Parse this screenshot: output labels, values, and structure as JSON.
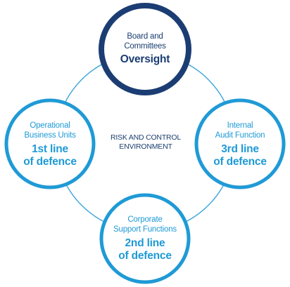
{
  "colors": {
    "ring": "#3aa3dc",
    "oversight": "#1b3d73",
    "defence": "#1f9ad6",
    "center_text": "#1d3f70"
  },
  "center": {
    "line1": "RISK AND CONTROL",
    "line2": "ENVIRONMENT"
  },
  "nodes": {
    "top": {
      "line1": "Board and",
      "line2": "Committees",
      "title": "Oversight"
    },
    "left": {
      "line1": "Operational",
      "line2": "Business Units",
      "title1": "1st line",
      "title2": "of defence"
    },
    "right": {
      "line1": "Internal",
      "line2": "Audit Function",
      "title1": "3rd line",
      "title2": "of defence"
    },
    "bottom": {
      "line1": "Corporate",
      "line2": "Support Functions",
      "title1": "2nd line",
      "title2": "of defence"
    }
  }
}
